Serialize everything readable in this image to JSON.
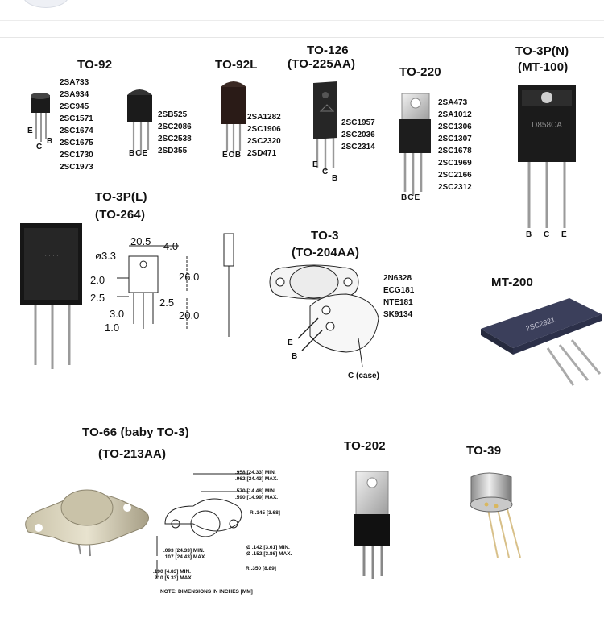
{
  "packages": {
    "to92": {
      "title": "TO-92",
      "parts": [
        "2SA733",
        "2SA934",
        "2SC945",
        "2SC1571",
        "2SC1674",
        "2SC1675",
        "2SC1730",
        "2SC1973"
      ],
      "pin_e": "E",
      "pin_c": "C",
      "pin_b": "B",
      "pins_b": "BCE",
      "parts2": [
        "2SB525",
        "2SC2086",
        "2SC2538",
        "2SD355"
      ]
    },
    "to92l": {
      "title": "TO-92L",
      "parts": [
        "2SA1282",
        "2SC1906",
        "2SC2320",
        "2SD471"
      ],
      "pins": "ECB"
    },
    "to126": {
      "title": "TO-126",
      "subtitle": "(TO-225AA)",
      "parts": [
        "2SC1957",
        "2SC2036",
        "2SC2314"
      ],
      "pin_e": "E",
      "pin_c": "C",
      "pin_b": "B"
    },
    "to220": {
      "title": "TO-220",
      "parts": [
        "2SA473",
        "2SA1012",
        "2SC1306",
        "2SC1307",
        "2SC1678",
        "2SC1969",
        "2SC2166",
        "2SC2312"
      ],
      "pins": "BCE"
    },
    "to3pn": {
      "title": "TO-3P(N)",
      "subtitle": "(MT-100)",
      "marking": "D858CA",
      "pin_b": "B",
      "pin_c": "C",
      "pin_e": "E"
    },
    "to3pl": {
      "title": "TO-3P(L)",
      "subtitle": "(TO-264)",
      "dims": {
        "d1": "20.5",
        "d2": "4.0",
        "d3": "ø3.3",
        "d4": "2.0",
        "d5": "26.0",
        "d6": "2.5",
        "d7": "2.5",
        "d8": "3.0",
        "d9": "20.0",
        "d10": "1.0"
      }
    },
    "to3": {
      "title": "TO-3",
      "subtitle": "(TO-204AA)",
      "parts": [
        "2N6328",
        "ECG181",
        "NTE181",
        "SK9134"
      ],
      "pin_e": "E",
      "pin_b": "B",
      "pin_case": "C (case)"
    },
    "mt200": {
      "title": "MT-200",
      "marking": "2SC2921"
    },
    "to66": {
      "title": "TO-66 (baby TO-3)",
      "subtitle": "(TO-213AA)",
      "dims": {
        "a": ".958 [24.33] MIN.",
        "b": ".962 [24.43] MAX.",
        "c": ".570 [14.48] MIN.",
        "d": ".590 [14.99] MAX.",
        "e": "R .145 [3.68]",
        "f": ".093 [24.33] MIN.",
        "g": ".107 [24.43] MAX.",
        "h": "Ø .142 [3.61] MIN.",
        "i": "Ø .152 [3.86] MAX.",
        "j": "R .350 [8.89]",
        "k": ".190 [4.83] MIN.",
        "l": ".210 [5.33] MAX.",
        "note": "NOTE: DIMENSIONS IN INCHES [MM]"
      }
    },
    "to202": {
      "title": "TO-202"
    },
    "to39": {
      "title": "TO-39"
    }
  }
}
